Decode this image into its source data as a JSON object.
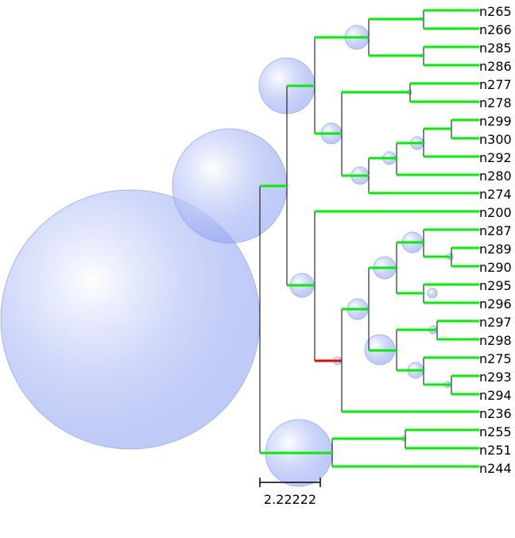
{
  "colors": {
    "branch_default": "#00ee00",
    "branch_highlight": "#ee0000",
    "connector": "#000000",
    "bubble_fill": "#8a9ff0",
    "bubble_highlight": "#ffffff",
    "background": "#ffffff"
  },
  "leaves": [
    "n265",
    "n266",
    "n285",
    "n286",
    "n277",
    "n278",
    "n299",
    "n300",
    "n292",
    "n280",
    "n274",
    "n200",
    "n287",
    "n289",
    "n290",
    "n295",
    "n296",
    "n297",
    "n298",
    "n275",
    "n293",
    "n294",
    "n236",
    "n255",
    "n251",
    "n244"
  ],
  "scale_bar": {
    "label": "2.22222"
  }
}
